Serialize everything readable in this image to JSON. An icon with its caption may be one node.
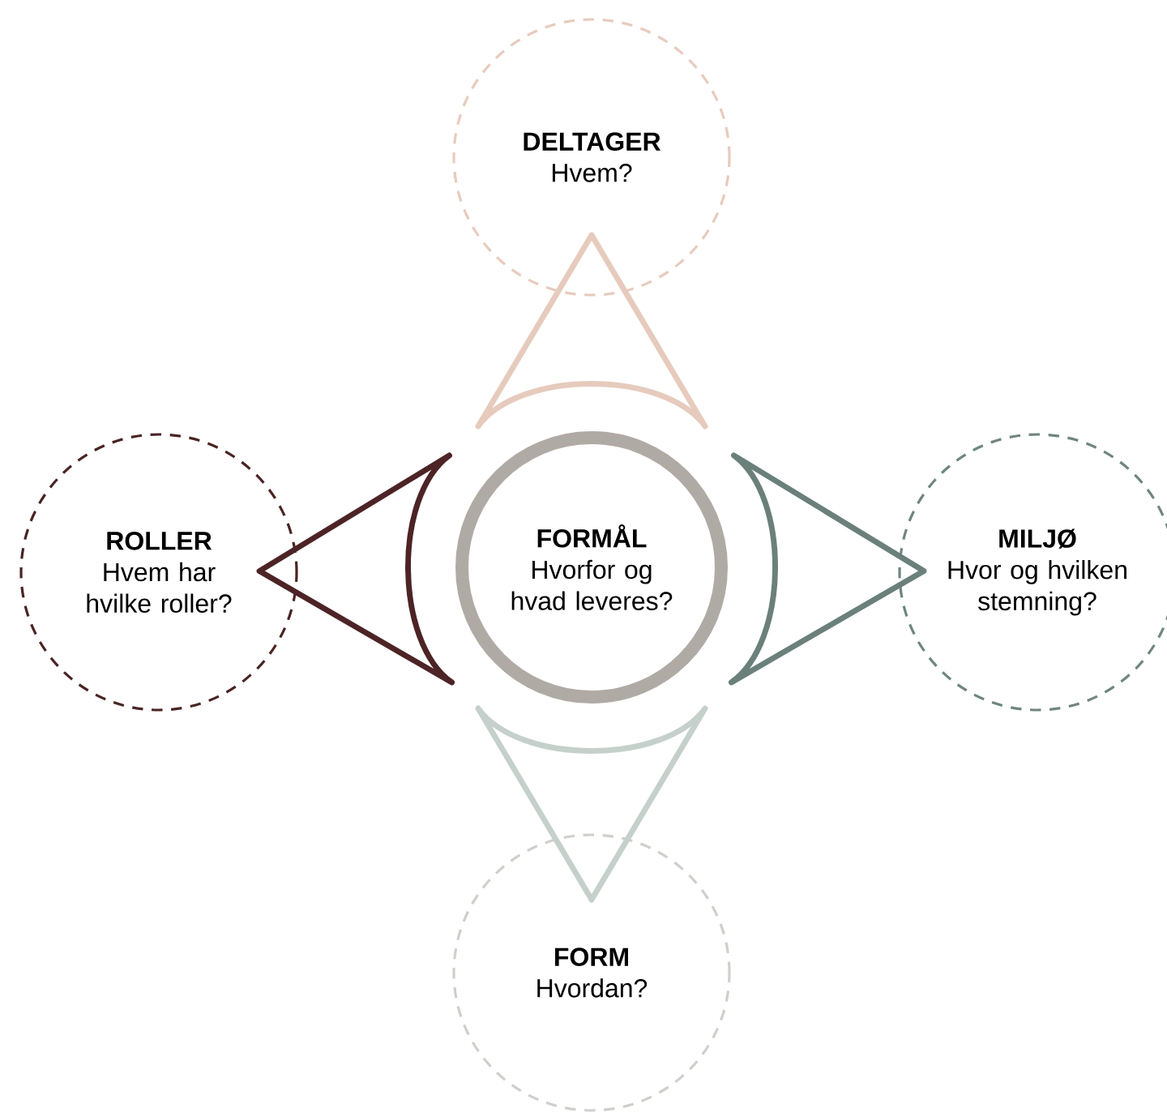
{
  "diagram": {
    "nodes": [
      {
        "text": [
          "FORMÅL",
          "Hvorfor og hvad leveres?"
        ]
      },
      {
        "text": [
          "DELTAGER",
          "Hvem?"
        ]
      },
      {
        "text": [
          "ROLLER",
          "Hvem har hvilke roller?"
        ]
      },
      {
        "text": [
          "MILJØ",
          "Hvor og hvilken stemning?"
        ]
      },
      {
        "text": [
          "FORM",
          "Hvordan?"
        ]
      }
    ],
    "edges": [
      {
        "from": 0,
        "to": 1,
        "arrow": "to",
        "color": "#e6cbbd"
      },
      {
        "from": 0,
        "to": 2,
        "arrow": "to",
        "color": "#4d2426"
      },
      {
        "from": 0,
        "to": 3,
        "arrow": "to",
        "color": "#6b807b"
      },
      {
        "from": 0,
        "to": 4,
        "arrow": "to",
        "color": "#c5d0cb"
      }
    ]
  }
}
